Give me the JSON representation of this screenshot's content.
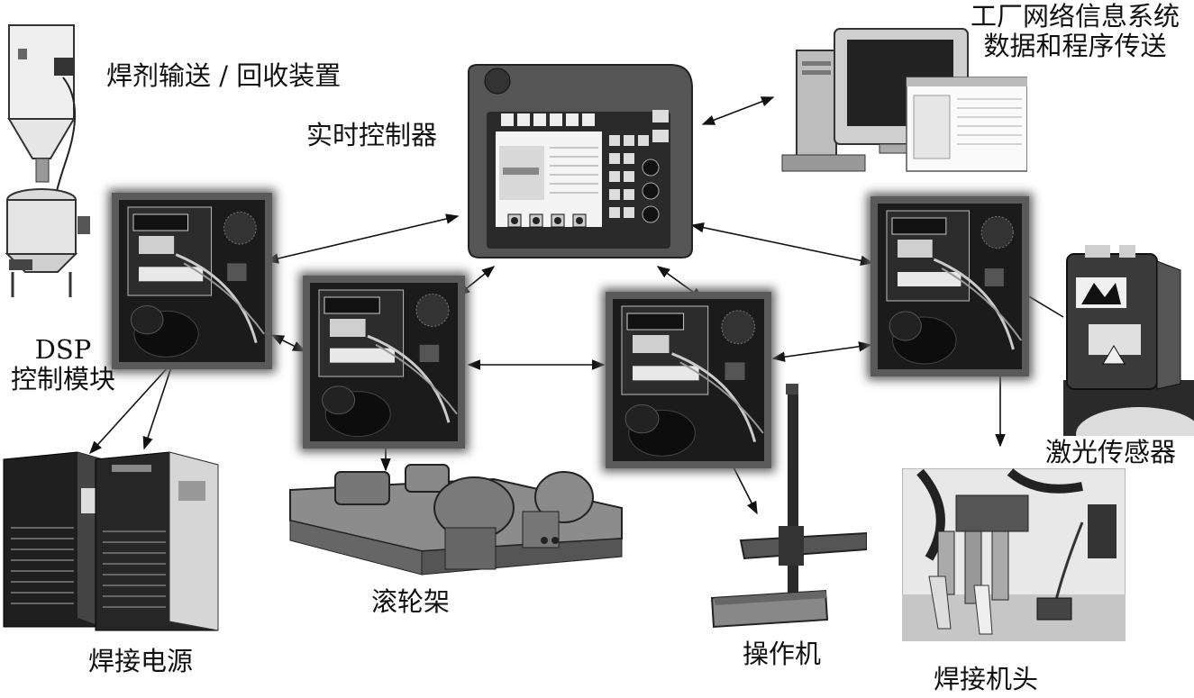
{
  "labels": {
    "flux_device": "焊剂输送 / 回收装置",
    "realtime_controller": "实时控制器",
    "factory_network_line1": "工厂网络信息系统",
    "factory_network_line2": "数据和程序传送",
    "dsp_line1": "DSP",
    "dsp_line2": "控制模块",
    "welding_power": "焊接电源",
    "roller_frame": "滚轮架",
    "manipulator": "操作机",
    "laser_sensor": "激光传感器",
    "welding_head": "焊接机头"
  },
  "icons": [
    "flux-hopper-icon",
    "controller-pendant-icon",
    "computer-icon",
    "dsp-module-icon",
    "welding-power-icon",
    "roller-frame-icon",
    "manipulator-icon",
    "laser-sensor-icon",
    "welding-head-icon",
    "bidirectional-arrow-icon",
    "arrow-icon"
  ],
  "colors": {
    "ink": "#111111",
    "panel": "#1a1a1a",
    "glow": "#666666"
  }
}
